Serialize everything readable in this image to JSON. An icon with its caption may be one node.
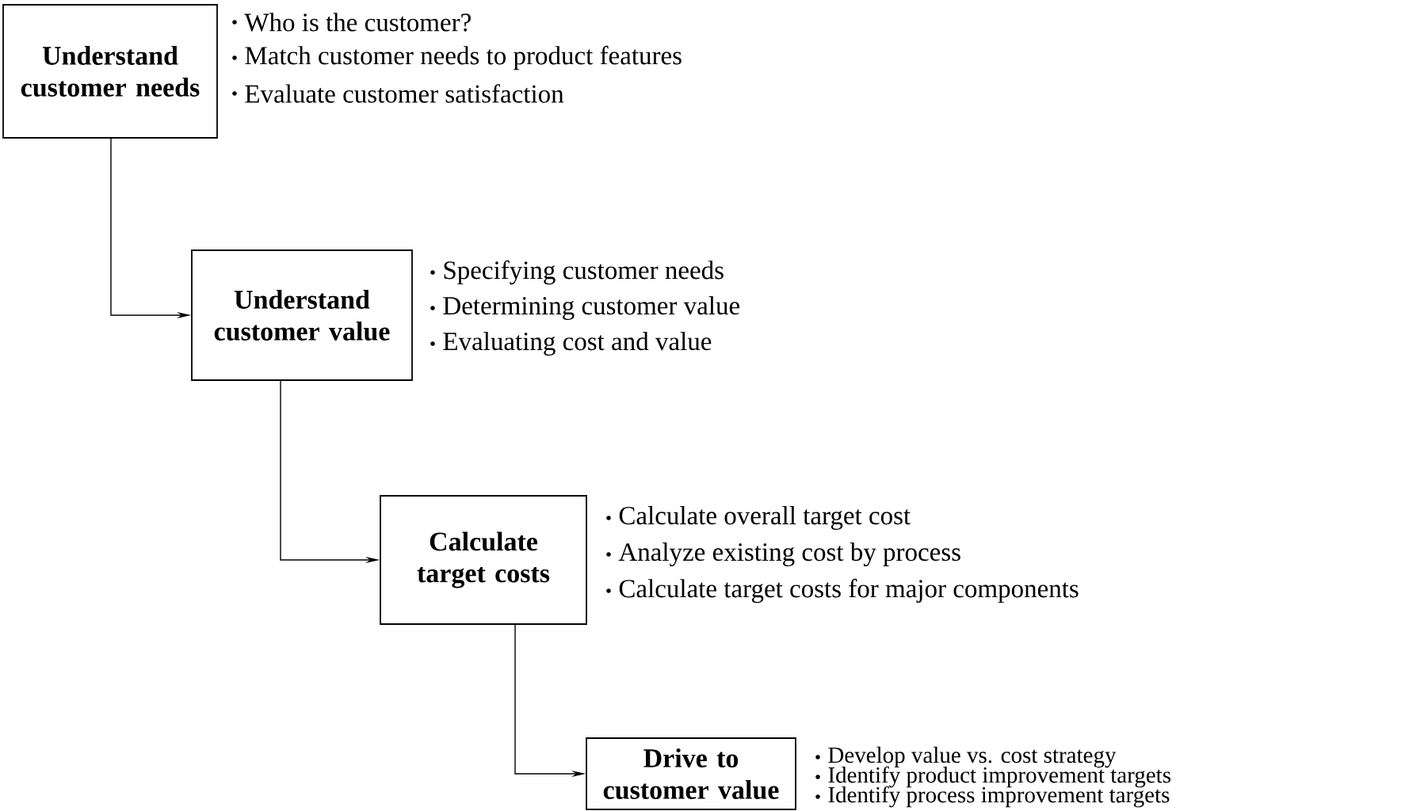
{
  "diagram": {
    "nodes": [
      {
        "text": [
          "Understand customer needs"
        ],
        "beside": [
          "Who is the customer?",
          "Match customer needs to product features",
          "Evaluate customer satisfaction"
        ]
      },
      {
        "text": [
          "Understand customer value"
        ],
        "beside": [
          "Specifying customer needs",
          "Determining customer value",
          "Evaluating cost and value"
        ]
      },
      {
        "text": [
          "Calculate target costs"
        ],
        "beside": [
          "Calculate overall target cost",
          "Analyze existing cost by process",
          "Calculate target costs for major components"
        ]
      },
      {
        "text": [
          "Drive to customer value"
        ],
        "beside": [
          "Develop value vs. cost strategy",
          "Identify product improvement targets",
          "Identify process improvement targets"
        ]
      }
    ],
    "edges": [
      {
        "from": 0,
        "to": 1,
        "arrow": "to"
      },
      {
        "from": 1,
        "to": 2,
        "arrow": "to"
      },
      {
        "from": 2,
        "to": 3,
        "arrow": "to"
      }
    ]
  }
}
